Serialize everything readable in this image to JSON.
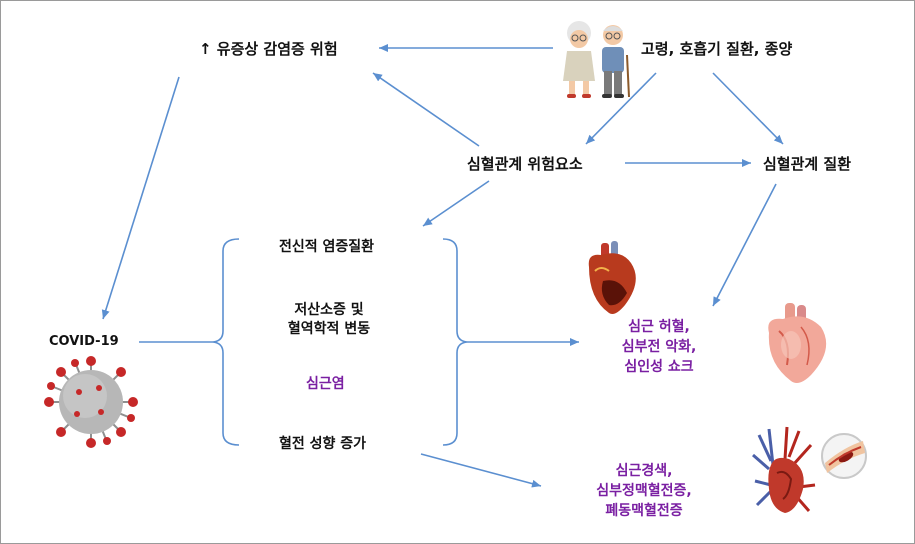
{
  "nodes": {
    "risk_infection": "↑ 유증상 감염증 위험",
    "elderly": "고령, 호흡기 질환, 종양",
    "cv_risk": "심혈관계 위험요소",
    "cv_disease": "심혈관계 질환",
    "covid": "COVID-19",
    "systemic": "전신적 염증질환",
    "hypox_line1": "저산소증 및",
    "hypox_line2": "혈역학적 변동",
    "myocarditis": "심근염",
    "thrombo": "혈전 성향 증가",
    "ischemia_line1": "심근 허혈,",
    "ischemia_line2": "심부전 악화,",
    "ischemia_line3": "심인성 쇼크",
    "infarct_line1": "심근경색,",
    "infarct_line2": "심부정맥혈전증,",
    "infarct_line3": "폐동맥혈전증"
  },
  "colors": {
    "arrow": "#5b8fd0",
    "text": "#111111",
    "highlight": "#7a1fa2"
  },
  "icons": [
    "elderly-couple-icon",
    "coronavirus-icon",
    "heart-icon",
    "heart-icon",
    "heart-vessels-icon",
    "blood-clot-icon"
  ]
}
